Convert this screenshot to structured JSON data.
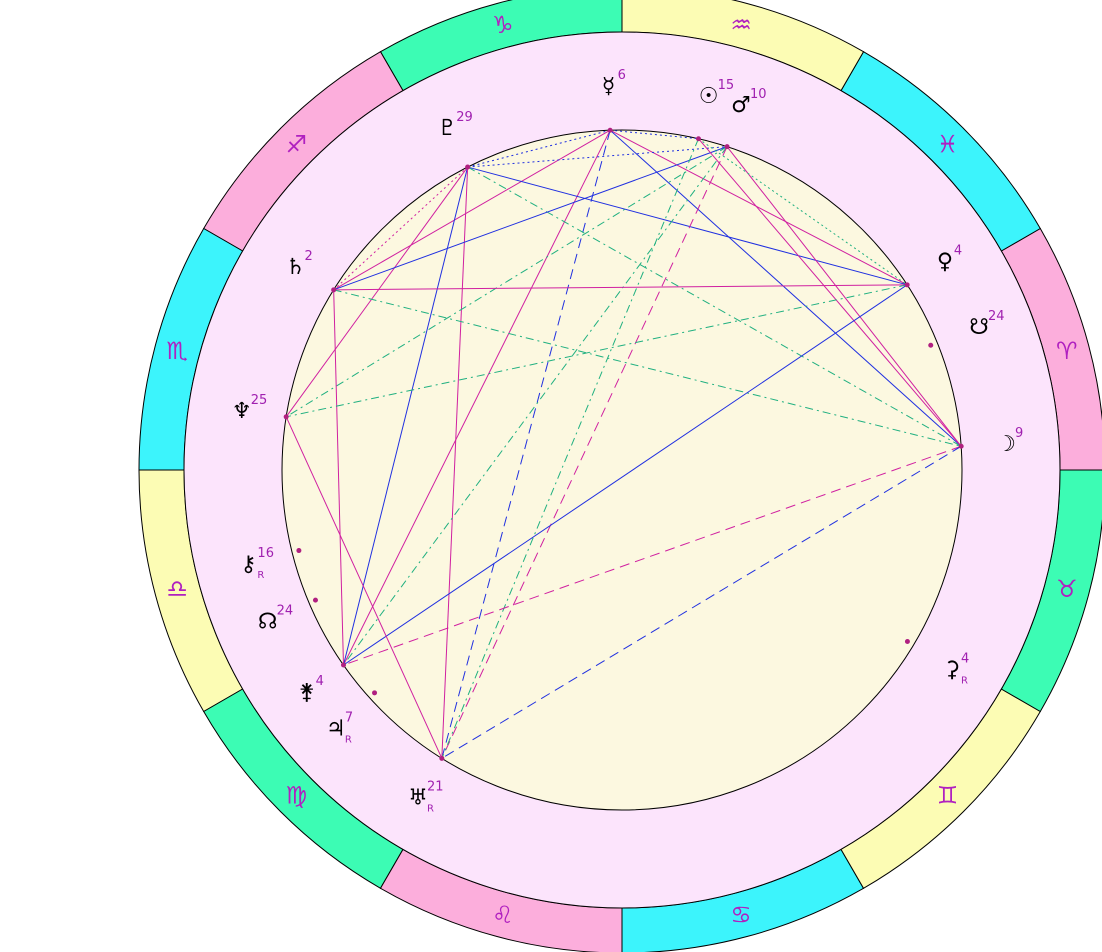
{
  "chart_data": {
    "type": "natal-wheel",
    "signs": [
      {
        "name": "Capricorn",
        "glyph": "♑",
        "color": "#3cfcb4"
      },
      {
        "name": "Sagittarius",
        "glyph": "♐",
        "color": "#fcaedc"
      },
      {
        "name": "Scorpio",
        "glyph": "♏",
        "color": "#3cf4fc"
      },
      {
        "name": "Libra",
        "glyph": "♎",
        "color": "#fcfcb4"
      },
      {
        "name": "Virgo",
        "glyph": "♍",
        "color": "#3cfcb4"
      },
      {
        "name": "Leo",
        "glyph": "♌",
        "color": "#fcaedc"
      },
      {
        "name": "Cancer",
        "glyph": "♋",
        "color": "#3cf4fc"
      },
      {
        "name": "Gemini",
        "glyph": "♊",
        "color": "#fcfcb4"
      },
      {
        "name": "Taurus",
        "glyph": "♉",
        "color": "#3cfcb4"
      },
      {
        "name": "Aries",
        "glyph": "♈",
        "color": "#fcaedc"
      },
      {
        "name": "Pisces",
        "glyph": "♓",
        "color": "#3cf4fc"
      },
      {
        "name": "Aquarius",
        "glyph": "♒",
        "color": "#fcfcb4"
      }
    ],
    "bodies": [
      {
        "id": "mercury",
        "glyph": "☿",
        "degree": "6",
        "retrograde": "",
        "angle": 92,
        "aspected": true
      },
      {
        "id": "sun",
        "glyph": "☉",
        "degree": "15",
        "retrograde": "",
        "angle": 77,
        "aspected": true
      },
      {
        "id": "mars",
        "glyph": "♂",
        "degree": "10",
        "retrograde": "",
        "angle": 72,
        "aspected": true
      },
      {
        "id": "pluto",
        "glyph": "♇",
        "degree": "29",
        "retrograde": "",
        "angle": 117,
        "aspected": true
      },
      {
        "id": "saturn",
        "glyph": "♄",
        "degree": "2",
        "retrograde": "",
        "angle": 148,
        "aspected": true
      },
      {
        "id": "venus",
        "glyph": "♀",
        "degree": "4",
        "retrograde": "",
        "angle": 33,
        "aspected": true
      },
      {
        "id": "south-node",
        "glyph": "☋",
        "degree": "24",
        "retrograde": "",
        "angle": 22,
        "aspected": false
      },
      {
        "id": "moon",
        "glyph": "☽",
        "degree": "9",
        "retrograde": "",
        "angle": 4,
        "aspected": true
      },
      {
        "id": "neptune",
        "glyph": "♆",
        "degree": "25",
        "retrograde": "",
        "angle": 171,
        "aspected": true
      },
      {
        "id": "chiron",
        "glyph": "⚷",
        "degree": "16",
        "retrograde": "R",
        "angle": 194,
        "aspected": false
      },
      {
        "id": "north-node",
        "glyph": "☊",
        "degree": "24",
        "retrograde": "",
        "angle": 203,
        "aspected": false
      },
      {
        "id": "juno",
        "glyph": "⚵",
        "degree": "4",
        "retrograde": "",
        "angle": 215,
        "aspected": true
      },
      {
        "id": "jupiter",
        "glyph": "♃",
        "degree": "7",
        "retrograde": "R",
        "angle": 222,
        "aspected": false
      },
      {
        "id": "uranus",
        "glyph": "♅",
        "degree": "21",
        "retrograde": "R",
        "angle": 238,
        "aspected": true
      },
      {
        "id": "ceres",
        "glyph": "⚳",
        "degree": "4",
        "retrograde": "R",
        "angle": 329,
        "aspected": false
      }
    ],
    "aspects": [
      {
        "from": "mercury",
        "to": "sun",
        "color": "#2030e0",
        "style": "dotted"
      },
      {
        "from": "mercury",
        "to": "pluto",
        "color": "#2030e0",
        "style": "dotted"
      },
      {
        "from": "mercury",
        "to": "venus",
        "color": "#d020a0",
        "style": "solid"
      },
      {
        "from": "mercury",
        "to": "moon",
        "color": "#2030e0",
        "style": "solid"
      },
      {
        "from": "mercury",
        "to": "saturn",
        "color": "#d020a0",
        "style": "solid"
      },
      {
        "from": "mercury",
        "to": "juno",
        "color": "#d020a0",
        "style": "solid"
      },
      {
        "from": "mercury",
        "to": "uranus",
        "color": "#2030e0",
        "style": "dashed"
      },
      {
        "from": "pluto",
        "to": "mars",
        "color": "#2030e0",
        "style": "dotted"
      },
      {
        "from": "pluto",
        "to": "venus",
        "color": "#2030e0",
        "style": "solid"
      },
      {
        "from": "pluto",
        "to": "moon",
        "color": "#20b080",
        "style": "dashdot"
      },
      {
        "from": "pluto",
        "to": "saturn",
        "color": "#d020a0",
        "style": "dotted"
      },
      {
        "from": "pluto",
        "to": "juno",
        "color": "#2030e0",
        "style": "solid"
      },
      {
        "from": "pluto",
        "to": "uranus",
        "color": "#d020a0",
        "style": "solid"
      },
      {
        "from": "pluto",
        "to": "neptune",
        "color": "#d020a0",
        "style": "solid"
      },
      {
        "from": "mars",
        "to": "moon",
        "color": "#d020a0",
        "style": "solid"
      },
      {
        "from": "mars",
        "to": "saturn",
        "color": "#2030e0",
        "style": "solid"
      },
      {
        "from": "mars",
        "to": "neptune",
        "color": "#20b080",
        "style": "dashdot"
      },
      {
        "from": "mars",
        "to": "juno",
        "color": "#20b080",
        "style": "dashdot"
      },
      {
        "from": "mars",
        "to": "uranus",
        "color": "#d020a0",
        "style": "dashed"
      },
      {
        "from": "sun",
        "to": "moon",
        "color": "#d020a0",
        "style": "solid"
      },
      {
        "from": "sun",
        "to": "uranus",
        "color": "#20b080",
        "style": "dashdot"
      },
      {
        "from": "sun",
        "to": "venus",
        "color": "#20b080",
        "style": "dotted"
      },
      {
        "from": "saturn",
        "to": "venus",
        "color": "#d020a0",
        "style": "solid"
      },
      {
        "from": "saturn",
        "to": "moon",
        "color": "#20b080",
        "style": "dashdot"
      },
      {
        "from": "saturn",
        "to": "juno",
        "color": "#d020a0",
        "style": "solid"
      },
      {
        "from": "venus",
        "to": "neptune",
        "color": "#20b080",
        "style": "dashdot"
      },
      {
        "from": "venus",
        "to": "juno",
        "color": "#2030e0",
        "style": "solid"
      },
      {
        "from": "moon",
        "to": "juno",
        "color": "#d020a0",
        "style": "dashed"
      },
      {
        "from": "moon",
        "to": "uranus",
        "color": "#2030e0",
        "style": "dashed"
      },
      {
        "from": "neptune",
        "to": "uranus",
        "color": "#d020a0",
        "style": "solid"
      }
    ]
  }
}
